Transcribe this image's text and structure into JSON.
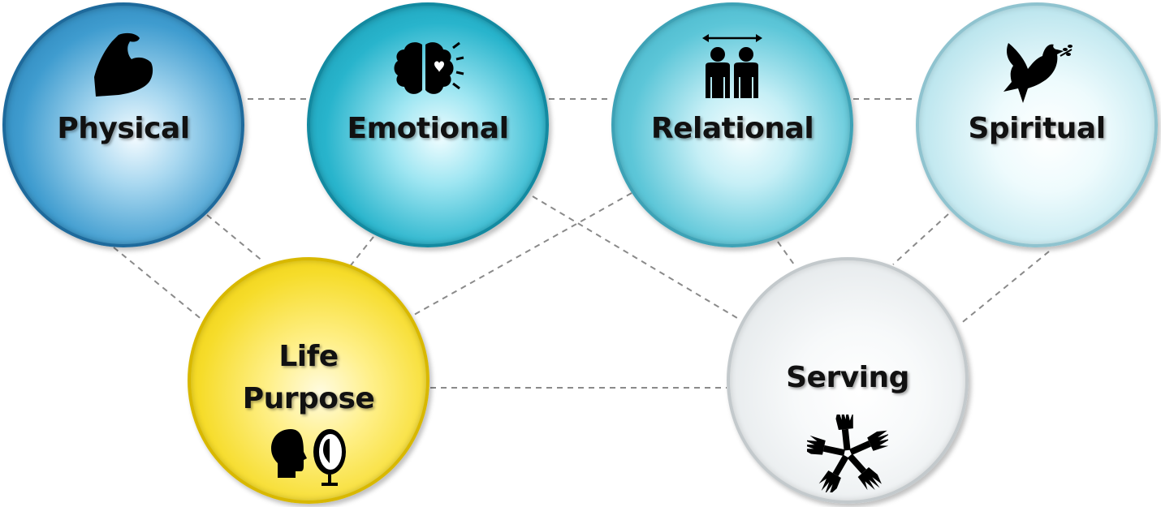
{
  "diagram": {
    "nodes": {
      "physical": {
        "label": "Physical",
        "icon": "flexed-arm-icon",
        "color": "#3f9ccf"
      },
      "emotional": {
        "label": "Emotional",
        "icon": "brain-heart-icon",
        "color": "#28b4cc"
      },
      "relational": {
        "label": "Relational",
        "icon": "two-people-icon",
        "color": "#5cc6d8"
      },
      "spiritual": {
        "label": "Spiritual",
        "icon": "dove-icon",
        "color": "#bfe7ef"
      },
      "life_purpose": {
        "label_line1": "Life",
        "label_line2": "Purpose",
        "icon": "head-and-mirror-icon",
        "color": "#f6dc2a"
      },
      "serving": {
        "label": "Serving",
        "icon": "helping-hands-icon",
        "color": "#e6eaec"
      }
    },
    "connector_color": "#8a8a8a"
  }
}
